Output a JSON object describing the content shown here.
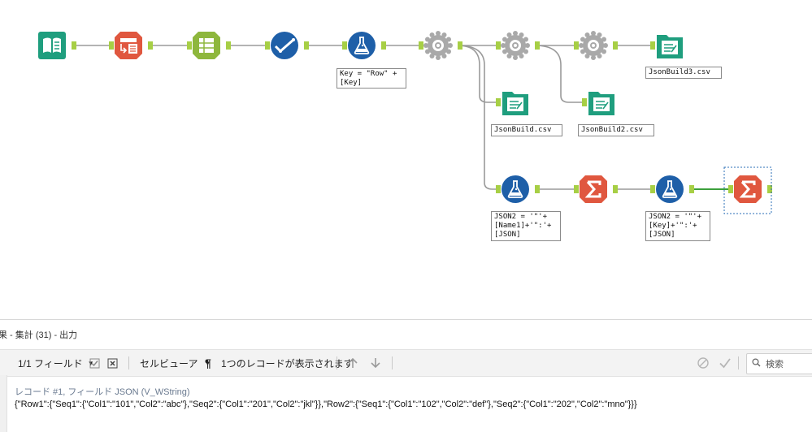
{
  "colors": {
    "input_green": "#1f9e7e",
    "prep_red": "#e0573f",
    "prep_green": "#8eb73d",
    "dev_blue": "#1e5fa8",
    "gear_gray": "#a9a9a9",
    "anchor_green": "#a7cf45",
    "connector": "#9a9a9a",
    "active_connector": "#3ca03c"
  },
  "workflow": {
    "tools": [
      {
        "icon": "input-data-icon",
        "type": "input"
      },
      {
        "icon": "record-id-icon",
        "type": "prep-red"
      },
      {
        "icon": "text-to-columns-icon",
        "type": "prep-green"
      },
      {
        "icon": "select-checkmark-icon",
        "type": "dev-blue"
      },
      {
        "icon": "formula-flask-icon",
        "type": "dev-blue"
      },
      {
        "icon": "macro-gear-icon",
        "type": "gear"
      },
      {
        "icon": "macro-gear-icon",
        "type": "gear"
      },
      {
        "icon": "macro-gear-icon",
        "type": "gear"
      },
      {
        "icon": "output-data-icon",
        "type": "output"
      },
      {
        "icon": "output-data-icon",
        "type": "output"
      },
      {
        "icon": "output-data-icon",
        "type": "output"
      },
      {
        "icon": "formula-flask-icon",
        "type": "dev-blue"
      },
      {
        "icon": "summarize-sigma-icon",
        "type": "sigma"
      },
      {
        "icon": "formula-flask-icon",
        "type": "dev-blue"
      },
      {
        "icon": "summarize-sigma-icon",
        "type": "sigma"
      }
    ],
    "annotations": {
      "formula1": "Key = \"Row\" +\n[Key]",
      "output3": "JsonBuild3.csv",
      "output1": "JsonBuild.csv",
      "output2": "JsonBuild2.csv",
      "formula2": "JSON2 = '\"'+\n[Name1]+'\":'+\n[JSON]",
      "formula3": "JSON2 = '\"'+\n[Key]+'\":'+\n[JSON]"
    }
  },
  "results": {
    "title": "果 - 集計 (31) - 出力",
    "fields_label": "1/1 フィールド",
    "cell_viewer_label": "セルビューア",
    "pilcrow": "¶",
    "record_count_text": "1つのレコードが表示されます",
    "search_placeholder": "検索",
    "record_label": "レコード #1, フィールド JSON (V_WString)",
    "record_value": "{\"Row1\":{\"Seq1\":{\"Col1\":\"101\",\"Col2\":\"abc\"},\"Seq2\":{\"Col1\":\"201\",\"Col2\":\"jkl\"}},\"Row2\":{\"Seq1\":{\"Col1\":\"102\",\"Col2\":\"def\"},\"Seq2\":{\"Col1\":\"202\",\"Col2\":\"mno\"}}}"
  }
}
